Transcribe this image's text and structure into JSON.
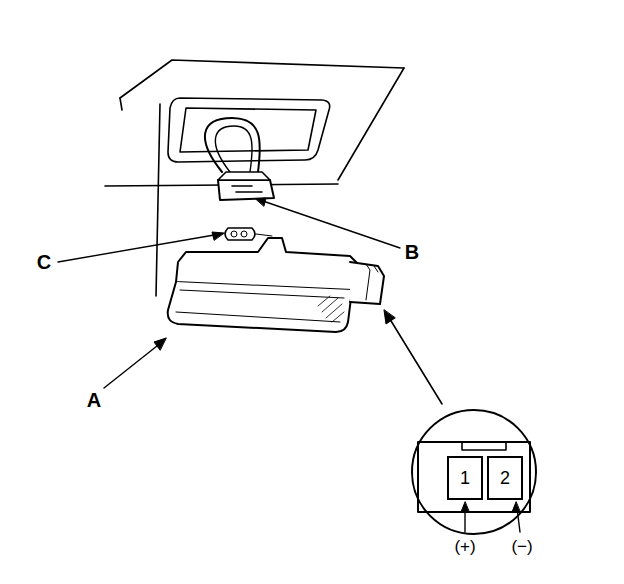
{
  "diagram": {
    "nodes": [
      {
        "text": [
          "1"
        ]
      },
      {
        "text": [
          "2"
        ]
      }
    ],
    "labels": [
      "B",
      "C",
      "A",
      "(+)",
      "(−)"
    ]
  }
}
